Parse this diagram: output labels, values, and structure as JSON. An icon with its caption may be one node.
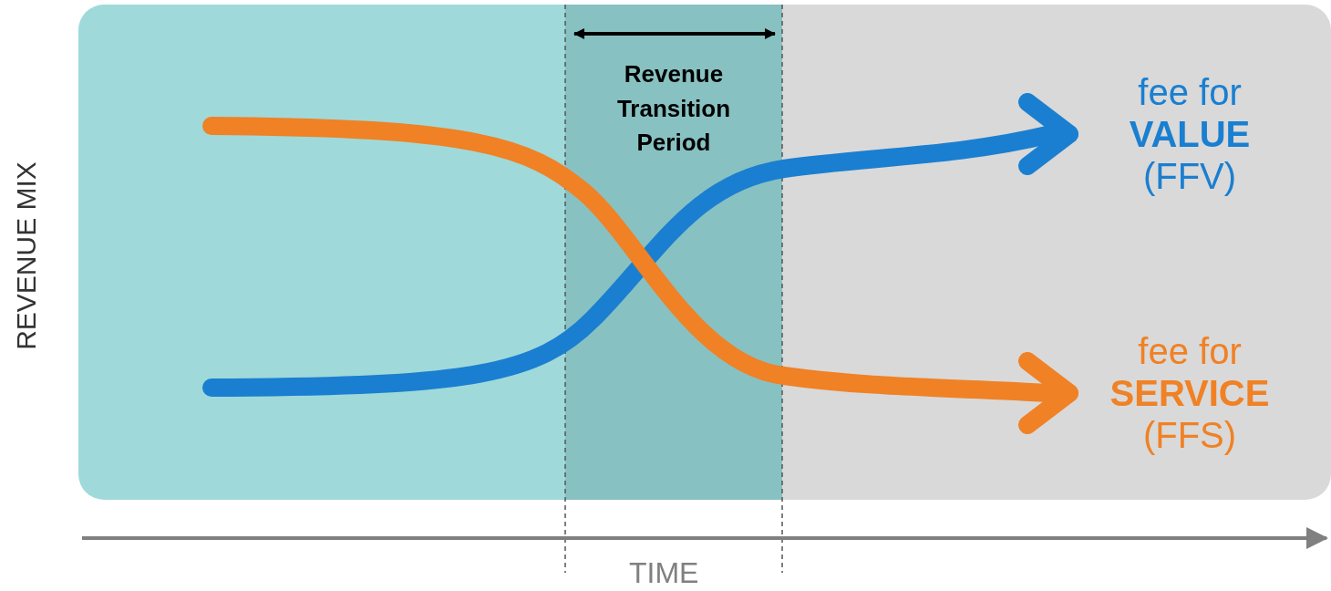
{
  "diagram": {
    "nodes": [
      {
        "text": [
          "Revenue Transition Period"
        ]
      },
      {
        "text": [
          "fee for **VALUE** (FFV)"
        ]
      },
      {
        "text": [
          "fee for **SERVICE** (FFS)"
        ]
      }
    ],
    "edges": [
      {
        "from": null,
        "to": 1,
        "arrow": "to",
        "color": "#1a7fd0"
      },
      {
        "from": null,
        "to": 2,
        "arrow": "to",
        "color": "#f08125"
      }
    ],
    "labels": [
      "REVENUE MIX",
      "TIME"
    ]
  }
}
